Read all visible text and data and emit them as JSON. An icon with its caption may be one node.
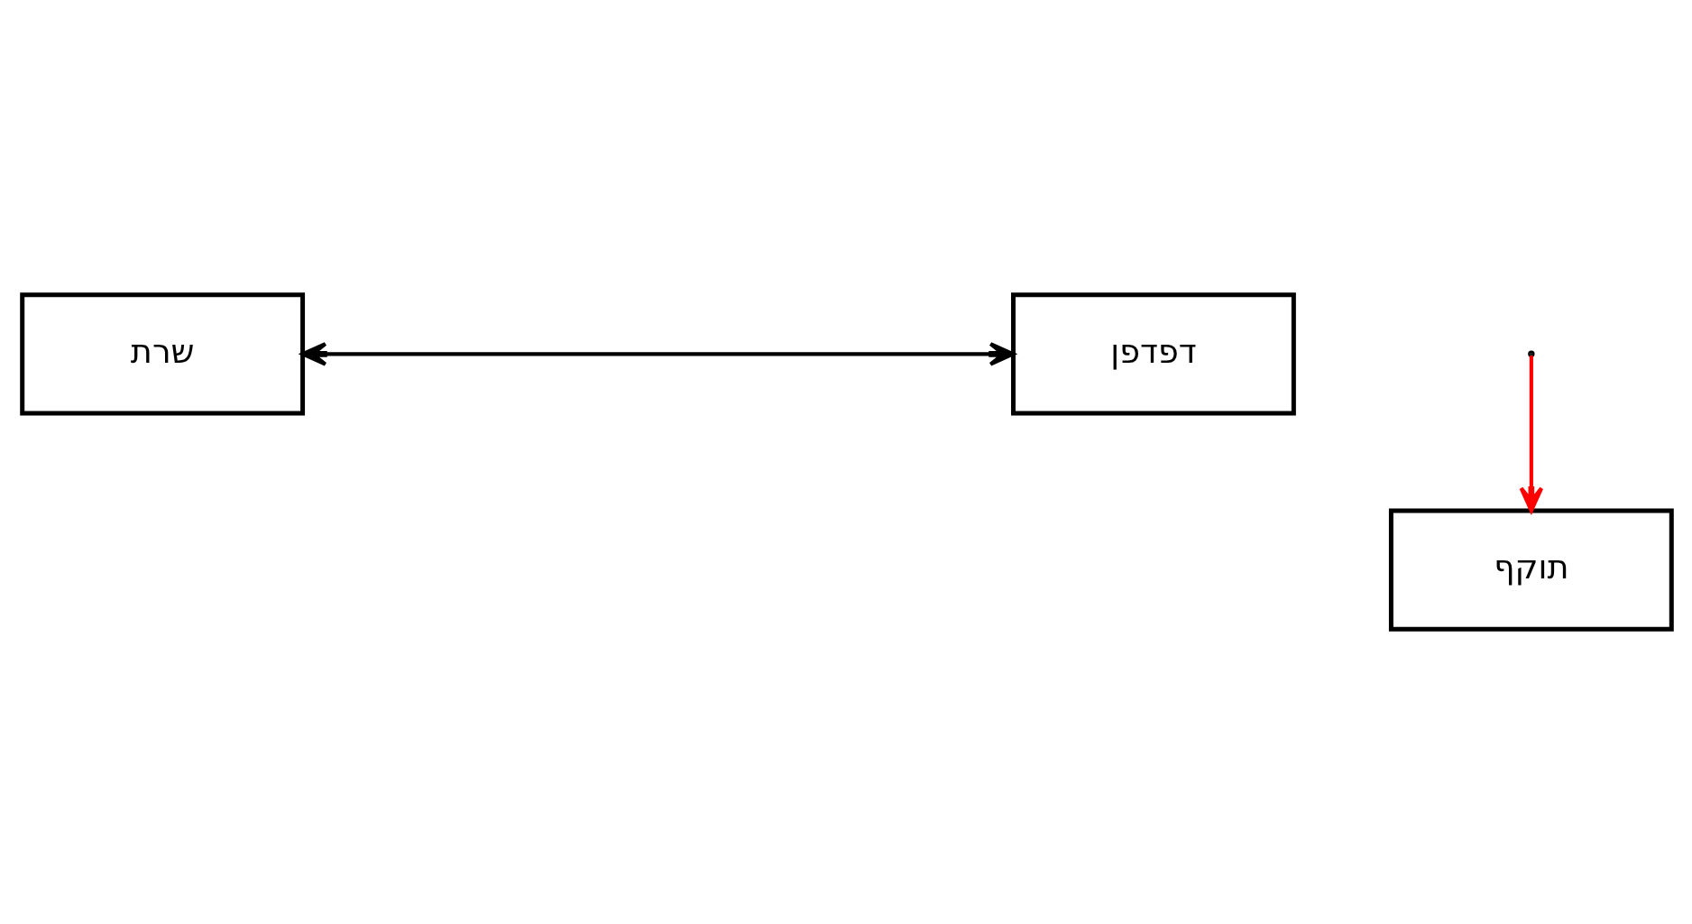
{
  "diagram": {
    "nodes": [
      {
        "text": [
          "שרת"
        ]
      },
      {
        "text": [
          "דפדפן"
        ]
      },
      {
        "text": [
          "תוקף"
        ]
      }
    ],
    "edges": [
      {
        "from": 0,
        "to": 1,
        "arrow": "both"
      },
      {
        "from": null,
        "to": 2,
        "arrow": "to",
        "color": "#ff0000"
      }
    ]
  }
}
